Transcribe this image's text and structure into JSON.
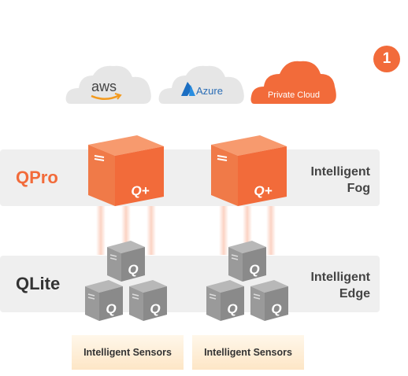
{
  "badge": "1",
  "clouds": [
    {
      "label": "aws",
      "style": "grey"
    },
    {
      "label": "Azure",
      "style": "grey"
    },
    {
      "label": "Private Cloud",
      "style": "orange"
    }
  ],
  "tiers": [
    {
      "name": "QPro",
      "layer": [
        "Intelligent",
        "Fog"
      ],
      "color": "#f26b3a"
    },
    {
      "name": "QLite",
      "layer": [
        "Intelligent",
        "Edge"
      ],
      "color": "#333333"
    }
  ],
  "device_glyphs": {
    "pro": "Q+",
    "lite": "Q"
  },
  "sensors": [
    "Intelligent Sensors",
    "Intelligent Sensors"
  ],
  "colors": {
    "accent": "#f26b3a",
    "band": "#efefef",
    "cube_grey": "#8a8a8a",
    "sensor_fill": "#fde6c6"
  }
}
